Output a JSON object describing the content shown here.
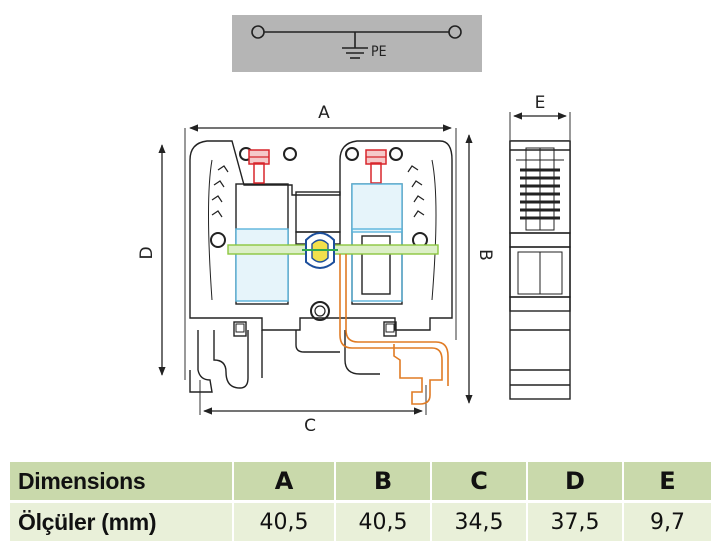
{
  "schematic": {
    "ground_label": "PE"
  },
  "dimension_labels": {
    "a": "A",
    "b": "B",
    "c": "C",
    "d": "D",
    "e": "E"
  },
  "table": {
    "row1_label": "Dimensions",
    "row2_label": "Ölçüler (mm)",
    "columns": [
      "A",
      "B",
      "C",
      "D",
      "E"
    ],
    "values": [
      "40,5",
      "40,5",
      "34,5",
      "37,5",
      "9,7"
    ]
  }
}
